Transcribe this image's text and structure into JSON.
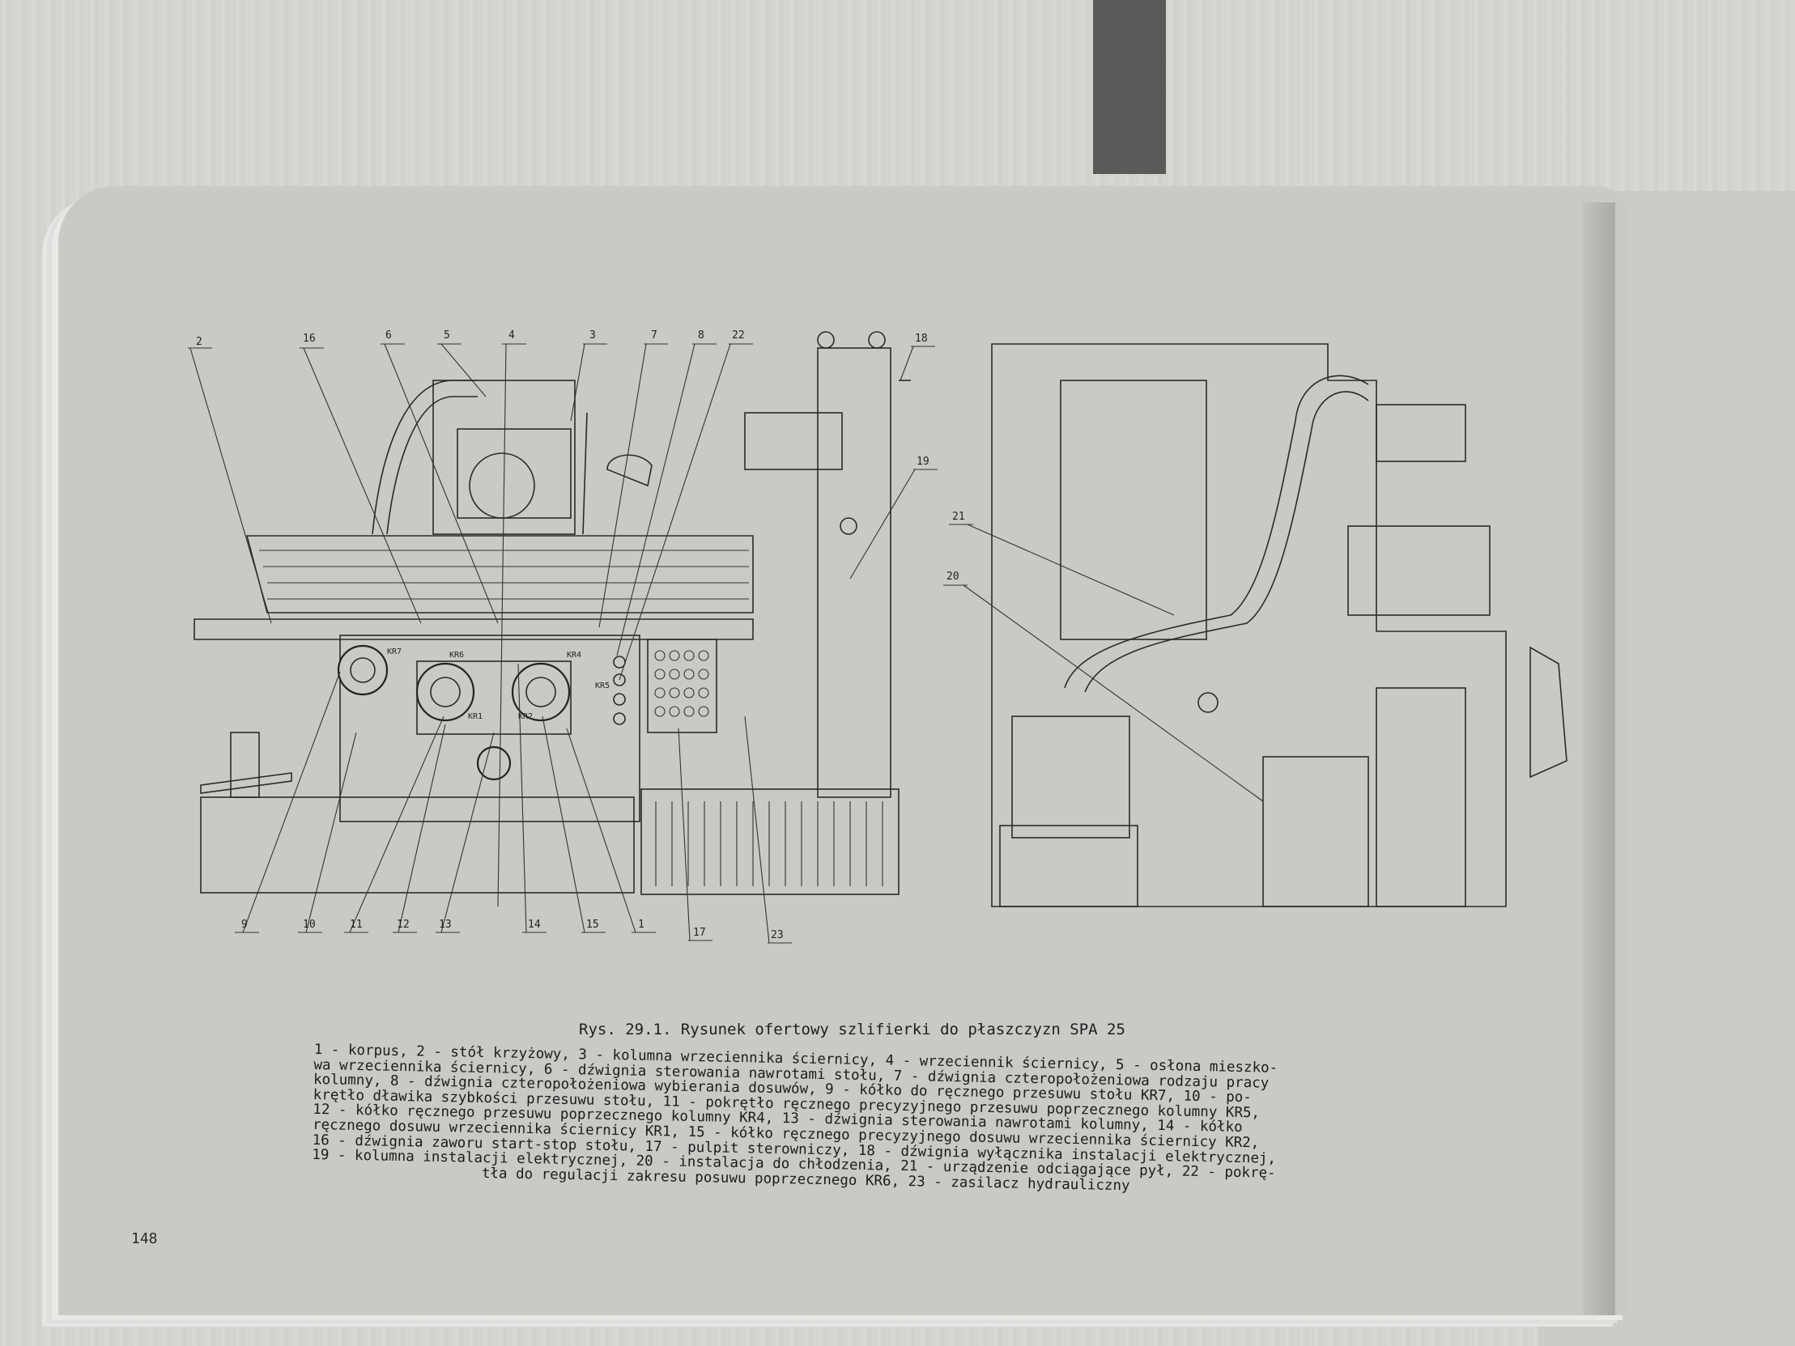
{
  "figure": {
    "caption": "Rys. 29.1. Rysunek ofertowy szlifierki do płaszczyzn SPA 25",
    "callouts_top": [
      "2",
      "16",
      "6",
      "5",
      "4",
      "3",
      "7",
      "8",
      "22",
      "18",
      "19"
    ],
    "callouts_bottom": [
      "9",
      "10",
      "11",
      "12",
      "13",
      "14",
      "15",
      "1",
      "17",
      "23"
    ],
    "callouts_side_view": [
      "21",
      "20"
    ],
    "panel_labels": [
      "KR7",
      "KR6",
      "KR1",
      "KR2",
      "KR4",
      "KR5"
    ]
  },
  "legend": {
    "line1": "1 - korpus, 2 - stół krzyżowy, 3 - kolumna wrzeciennika ściernicy, 4 - wrzeciennik ściernicy, 5 - osłona mieszko-",
    "line2": "wa wrzeciennika ściernicy, 6 - dźwignia sterowania nawrotami stołu, 7 - dźwignia czteropołożeniowa rodzaju pracy",
    "line3": "kolumny, 8 - dźwignia czteropołożeniowa wybierania dosuwów, 9 - kółko do ręcznego przesuwu stołu KR7, 10 - po-",
    "line4": "krętło dławika szybkości przesuwu stołu, 11 - pokrętło ręcznego precyzyjnego przesuwu poprzecznego kolumny KR5,",
    "line5": "12 - kółko ręcznego przesuwu poprzecznego kolumny KR4, 13 - dźwignia sterowania nawrotami kolumny, 14 - kółko",
    "line6": "ręcznego dosuwu wrzeciennika ściernicy KR1, 15 - kółko ręcznego precyzyjnego dosuwu wrzeciennika ściernicy KR2,",
    "line7": "16 - dźwignia zaworu start-stop stołu, 17 - pulpit sterowniczy, 18 - dźwignia wyłącznika instalacji elektrycznej,",
    "line8": "19 - kolumna instalacji elektrycznej, 20 - instalacja do chłodzenia, 21 - urządzenie odciągające pył, 22 - pokrę-",
    "line9": "tła do regulacji zakresu posuwu poprzecznego KR6, 23 - zasilacz hydrauliczny"
  },
  "page": {
    "number": "148"
  }
}
